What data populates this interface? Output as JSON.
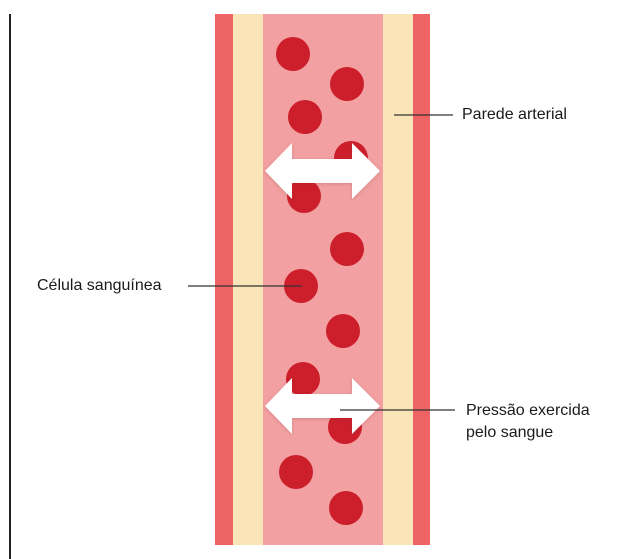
{
  "labels": {
    "wall": "Parede arterial",
    "cell": "Célula sanguínea",
    "pressure_line1": "Pressão exercida",
    "pressure_line2": "pelo sangue"
  },
  "colors": {
    "outer_wall": "#ee6363",
    "middle_wall": "#fae5b8",
    "lumen": "#f2a0a2",
    "blood_cell": "#cc1f2b",
    "arrow": "#ffffff",
    "leader_line": "#333333",
    "frame_line": "#222222"
  },
  "icons": {
    "double_arrow": "double-headed-arrow"
  }
}
